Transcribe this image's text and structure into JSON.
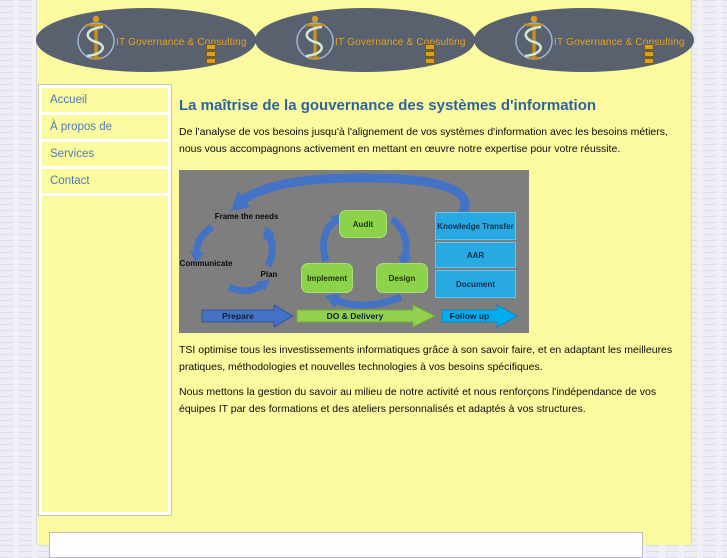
{
  "colors": {
    "page_bg": "#FBFA9E",
    "outer_bg": "#EDEDF6",
    "oval_bg": "#59606E",
    "logo_orange": "#E8A21C",
    "nav_link_blue": "#4E7DB5",
    "title_blue": "#2E639E",
    "arrow_blue": "#4472C4",
    "box_green": "#8DD24B",
    "box_cyan": "#28A9E2",
    "follow_cyan": "#00AEEF",
    "diagram_bg": "#7E7E7E"
  },
  "header": {
    "logo_text": "IT Governance & Consulting"
  },
  "sidebar": {
    "items": [
      {
        "label": "Accueil"
      },
      {
        "label": "À propos de"
      },
      {
        "label": "Services"
      },
      {
        "label": "Contact"
      }
    ]
  },
  "main": {
    "title": "La maîtrise de la gouvernance des systèmes d'information",
    "intro": "De l'analyse de vos besoins jusqu'à l'alignement de vos systèmes d'information avec les besoins métiers, nous vous accompagnons activement en mettant en œuvre notre expertise pour votre réussite.",
    "paragraph_2": "TSI optimise tous les investissements informatiques grâce à son savoir faire, et en adaptant les meilleures pratiques, méthodologies et nouvelles technologies à vos besoins spécifiques.",
    "paragraph_3": "Nous mettons la gestion du savoir au milieu de notre activité et nous renforçons l'indépendance de vos équipes IT par des formations et des ateliers personnalisés et adaptés à vos structures."
  },
  "diagram": {
    "cycle": [
      "Frame the needs",
      "Communicate",
      "Plan"
    ],
    "process": [
      "Audit",
      "Implement",
      "Design"
    ],
    "knowledge": [
      "Knowledge Transfer",
      "AAR",
      "Document"
    ],
    "phases": [
      "Prepare",
      "DO & Delivery",
      "Follow up"
    ]
  }
}
